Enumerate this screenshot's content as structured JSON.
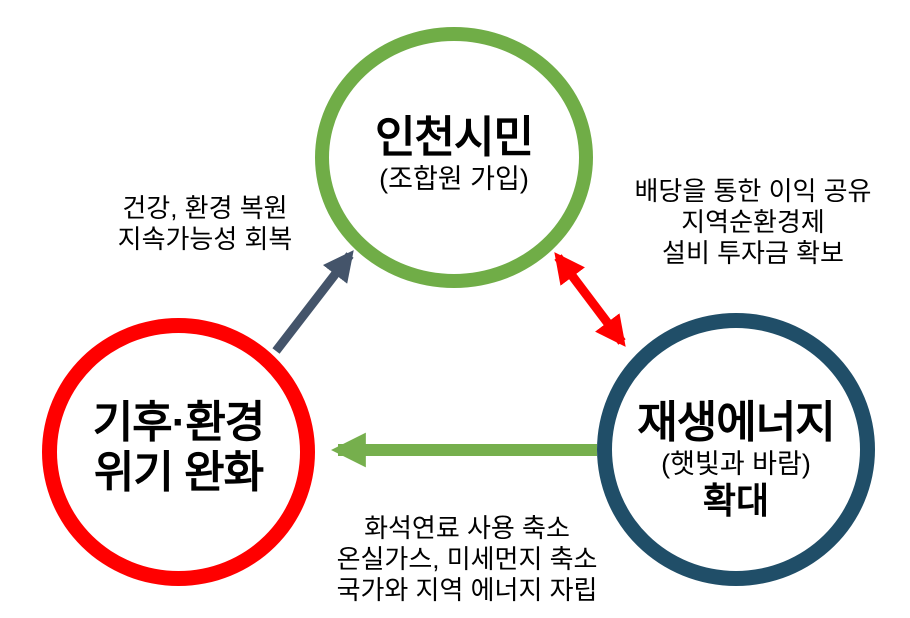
{
  "colors": {
    "green": "#70AD47",
    "red": "#FF0000",
    "navy": "#204E68",
    "slate": "#44546A",
    "arrow_green": "#76AF4D",
    "text": "#000000"
  },
  "nodes": {
    "citizens": {
      "title": "인천시민",
      "subtitle": "(조합원 가입)"
    },
    "climate": {
      "line1": "기후·환경",
      "line2": "위기 완화"
    },
    "renewable": {
      "title": "재생에너지",
      "subtitle": "(햇빛과 바람)",
      "emphasis": "확대"
    }
  },
  "labels": {
    "left": {
      "lines": [
        "건강, 환경 복원",
        "지속가능성 회복"
      ]
    },
    "right": {
      "lines": [
        "배당을 통한 이익 공유",
        "지역순환경제",
        "설비 투자금 확보"
      ]
    },
    "bottom": {
      "lines": [
        "화석연료 사용 축소",
        "온실가스, 미세먼지 축소",
        "국가와 지역 에너지 자립"
      ]
    }
  },
  "arrows": [
    {
      "id": "climate-to-citizens",
      "from": "climate",
      "to": "citizens",
      "color": "#44546A",
      "bidirectional": false
    },
    {
      "id": "citizens-renewable",
      "from": "citizens",
      "to": "renewable",
      "color": "#FF0000",
      "bidirectional": true
    },
    {
      "id": "renewable-to-climate",
      "from": "renewable",
      "to": "climate",
      "color": "#76AF4D",
      "bidirectional": false
    }
  ]
}
